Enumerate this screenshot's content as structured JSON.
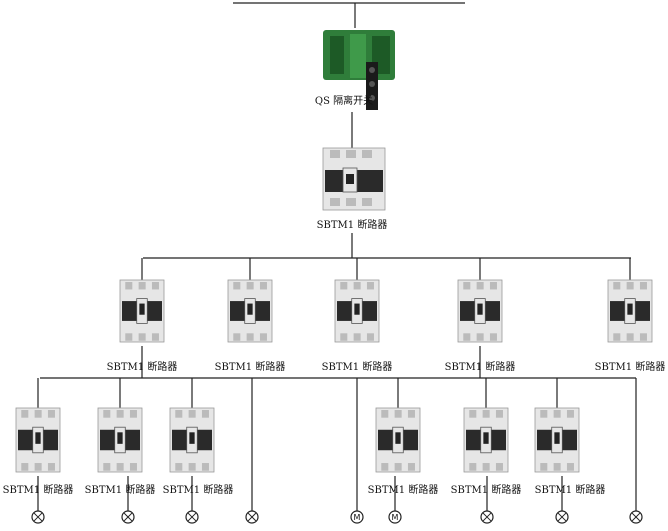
{
  "title": "",
  "isolator": {
    "label": "QS 隔离开关"
  },
  "main_breaker": {
    "label": "SBTM1 断路器"
  },
  "branch_breakers": [
    {
      "label": "SBTM1 断路器"
    },
    {
      "label": "SBTM1 断路器"
    },
    {
      "label": "SBTM1 断路器"
    },
    {
      "label": "SBTM1 断路器"
    },
    {
      "label": "SBTM1 断路器"
    }
  ],
  "sub_breakers": [
    {
      "label": "SBTM1 断路器"
    },
    {
      "label": "SBTM1 断路器"
    },
    {
      "label": "SBTM1 断路器"
    },
    {
      "label": "SBTM1 断路器"
    },
    {
      "label": "SBTM1 断路器"
    },
    {
      "label": "SBTM1 断路器"
    }
  ],
  "loads": [
    {
      "type": "lamp"
    },
    {
      "type": "lamp"
    },
    {
      "type": "lamp"
    },
    {
      "type": "lamp"
    },
    {
      "type": "motor",
      "symbol": "M"
    },
    {
      "type": "motor",
      "symbol": "M"
    },
    {
      "type": "lamp"
    },
    {
      "type": "lamp"
    },
    {
      "type": "lamp"
    }
  ],
  "colors": {
    "wire": "#222222",
    "breaker_body": "#e6e6e6",
    "breaker_dark": "#2a2a2a",
    "isolator_green": "#2f7d3a"
  }
}
